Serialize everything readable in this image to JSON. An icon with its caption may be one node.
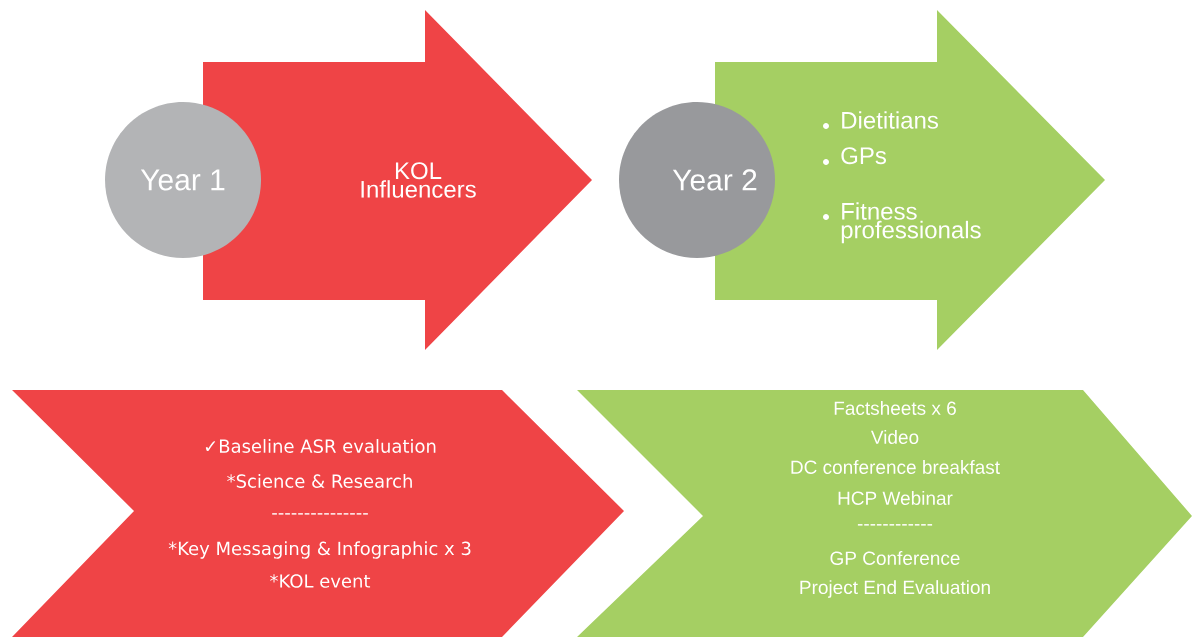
{
  "diagram": {
    "nodes": [
      {
        "text": [
          "Year 1"
        ]
      },
      {
        "text": [
          "KOL Influencers"
        ]
      },
      {
        "text": [
          "Year 2"
        ]
      },
      {
        "text": [
          "Dietitians",
          "GPs",
          "Fitness professionals"
        ]
      },
      {
        "text": [
          "✓Baseline ASR evaluation",
          "*Science & Research",
          "---------------",
          "*Key Messaging & Infographic x 3",
          "*KOL event"
        ]
      },
      {
        "text": [
          "Factsheets x 6",
          "Video",
          "DC conference breakfast",
          "HCP Webinar",
          "------------",
          "GP Conference",
          "Project End Evaluation"
        ]
      }
    ]
  }
}
